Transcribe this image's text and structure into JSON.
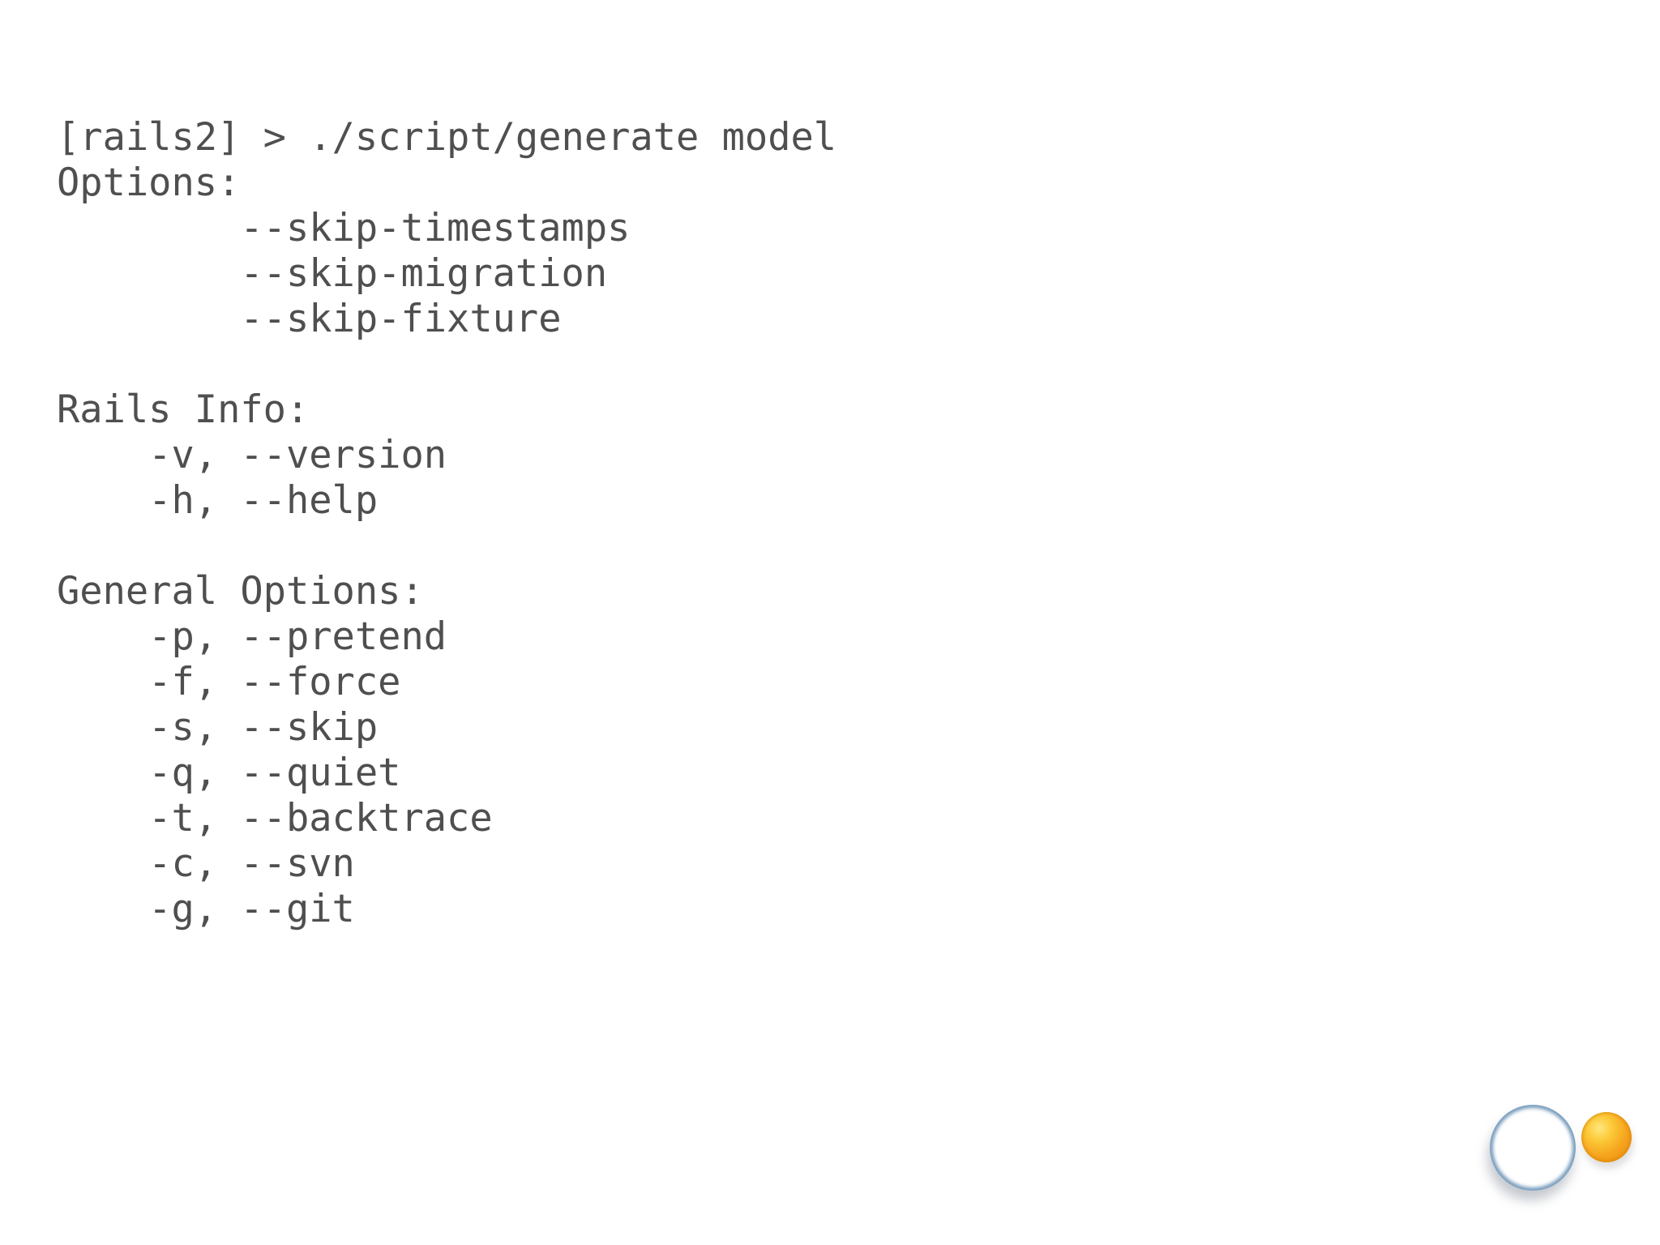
{
  "slide": {
    "background": "#ffffff",
    "terminal_text": {
      "color": "#4f4f4f",
      "lines": [
        "[rails2] > ./script/generate model",
        "Options:",
        "        --skip-timestamps",
        "        --skip-migration",
        "        --skip-fixture",
        "",
        "Rails Info:",
        "    -v, --version",
        "    -h, --help",
        "",
        "General Options:",
        "    -p, --pretend",
        "    -f, --force",
        "    -s, --skip",
        "    -q, --quiet",
        "    -t, --backtrace",
        "    -c, --svn",
        "    -g, --git"
      ]
    },
    "logo": {
      "blue_sphere": {
        "light": "#2b9fd8",
        "mid": "#1b86c6",
        "rim": "#0c5493"
      },
      "orange_sphere": {
        "highlight": "#ffe680",
        "mid": "#f6a41e",
        "rim": "#e08a0e"
      }
    }
  }
}
